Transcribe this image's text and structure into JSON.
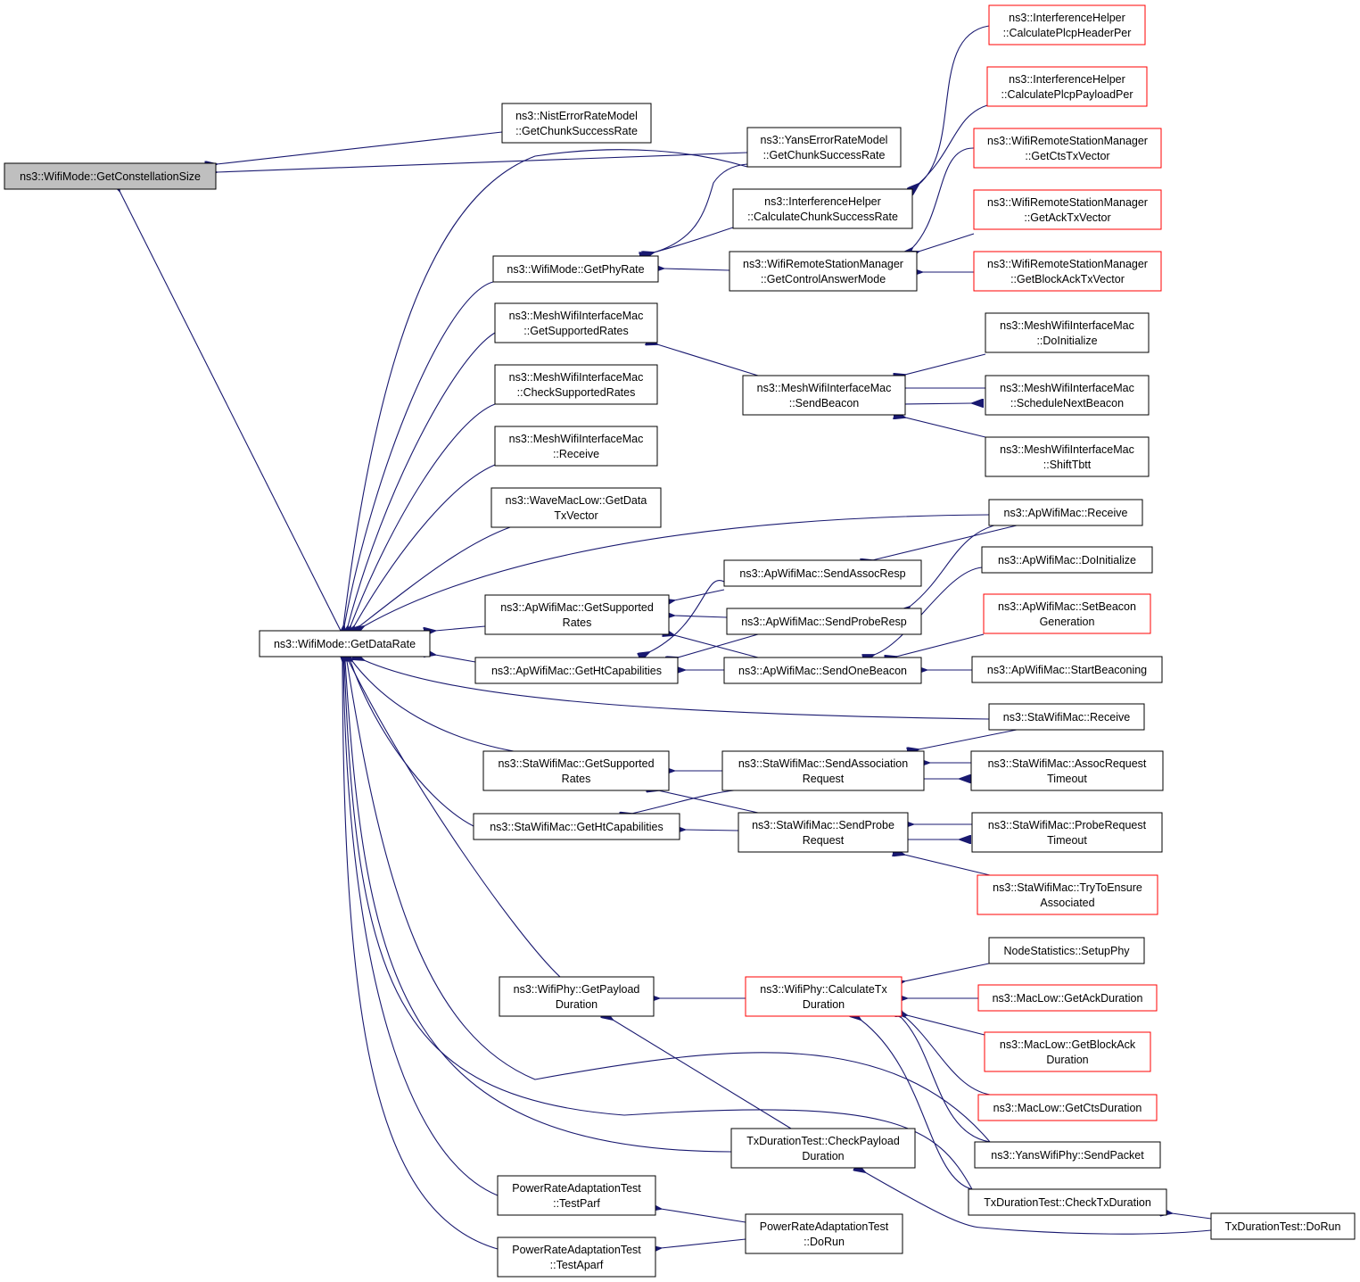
{
  "colors": {
    "edge": "#191970",
    "node_border": "#000000",
    "truncated_node_border": "#ff0000",
    "root_fill": "#bfbfbf",
    "node_fill": "#ffffff"
  },
  "nodes": {
    "root": [
      "ns3::WifiMode::GetConstellationSize"
    ],
    "nist": [
      "ns3::NistErrorRateModel",
      "::GetChunkSuccessRate"
    ],
    "yans": [
      "ns3::YansErrorRateModel",
      "::GetChunkSuccessRate"
    ],
    "ihHeader": [
      "ns3::InterferenceHelper",
      "::CalculatePlcpHeaderPer"
    ],
    "ihPayload": [
      "ns3::InterferenceHelper",
      "::CalculatePlcpPayloadPer"
    ],
    "rsmCts": [
      "ns3::WifiRemoteStationManager",
      "::GetCtsTxVector"
    ],
    "rsmAck": [
      "ns3::WifiRemoteStationManager",
      "::GetAckTxVector"
    ],
    "rsmBlockAck": [
      "ns3::WifiRemoteStationManager",
      "::GetBlockAckTxVector"
    ],
    "ihChunk": [
      "ns3::InterferenceHelper",
      "::CalculateChunkSuccessRate"
    ],
    "getPhyRate": [
      "ns3::WifiMode::GetPhyRate"
    ],
    "rsmControl": [
      "ns3::WifiRemoteStationManager",
      "::GetControlAnswerMode"
    ],
    "meshGetSupp": [
      "ns3::MeshWifiInterfaceMac",
      "::GetSupportedRates"
    ],
    "meshCheckSupp": [
      "ns3::MeshWifiInterfaceMac",
      "::CheckSupportedRates"
    ],
    "meshReceive": [
      "ns3::MeshWifiInterfaceMac",
      "::Receive"
    ],
    "meshSendBeacon": [
      "ns3::MeshWifiInterfaceMac",
      "::SendBeacon"
    ],
    "meshDoInit": [
      "ns3::MeshWifiInterfaceMac",
      "::DoInitialize"
    ],
    "meshSchedule": [
      "ns3::MeshWifiInterfaceMac",
      "::ScheduleNextBeacon"
    ],
    "meshShift": [
      "ns3::MeshWifiInterfaceMac",
      "::ShiftTbtt"
    ],
    "wave": [
      "ns3::WaveMacLow::GetData",
      "TxVector"
    ],
    "getDataRate": [
      "ns3::WifiMode::GetDataRate"
    ],
    "apGetSupp": [
      "ns3::ApWifiMac::GetSupported",
      "Rates"
    ],
    "apGetHt": [
      "ns3::ApWifiMac::GetHtCapabilities"
    ],
    "apSendAssoc": [
      "ns3::ApWifiMac::SendAssocResp"
    ],
    "apSendProbe": [
      "ns3::ApWifiMac::SendProbeResp"
    ],
    "apSendOneBeacon": [
      "ns3::ApWifiMac::SendOneBeacon"
    ],
    "apReceive": [
      "ns3::ApWifiMac::Receive"
    ],
    "apDoInit": [
      "ns3::ApWifiMac::DoInitialize"
    ],
    "apSetBeacon": [
      "ns3::ApWifiMac::SetBeacon",
      "Generation"
    ],
    "apStartBeacon": [
      "ns3::ApWifiMac::StartBeaconing"
    ],
    "staReceive": [
      "ns3::StaWifiMac::Receive"
    ],
    "staGetSupp": [
      "ns3::StaWifiMac::GetSupported",
      "Rates"
    ],
    "staGetHt": [
      "ns3::StaWifiMac::GetHtCapabilities"
    ],
    "staSendAssoc": [
      "ns3::StaWifiMac::SendAssociation",
      "Request"
    ],
    "staSendProbe": [
      "ns3::StaWifiMac::SendProbe",
      "Request"
    ],
    "staAssocTimeout": [
      "ns3::StaWifiMac::AssocRequest",
      "Timeout"
    ],
    "staProbeTimeout": [
      "ns3::StaWifiMac::ProbeRequest",
      "Timeout"
    ],
    "staTryEnsure": [
      "ns3::StaWifiMac::TryToEnsure",
      "Associated"
    ],
    "phyPayload": [
      "ns3::WifiPhy::GetPayload",
      "Duration"
    ],
    "phyCalcTx": [
      "ns3::WifiPhy::CalculateTx",
      "Duration"
    ],
    "nodeStats": [
      "NodeStatistics::SetupPhy"
    ],
    "macAck": [
      "ns3::MacLow::GetAckDuration"
    ],
    "macBlockAck": [
      "ns3::MacLow::GetBlockAck",
      "Duration"
    ],
    "macCts": [
      "ns3::MacLow::GetCtsDuration"
    ],
    "yansSend": [
      "ns3::YansWifiPhy::SendPacket"
    ],
    "txCheckPayload": [
      "TxDurationTest::CheckPayload",
      "Duration"
    ],
    "txCheckTx": [
      "TxDurationTest::CheckTxDuration"
    ],
    "txDoRun": [
      "TxDurationTest::DoRun"
    ],
    "praTestParf": [
      "PowerRateAdaptationTest",
      "::TestParf"
    ],
    "praTestAparf": [
      "PowerRateAdaptationTest",
      "::TestAparf"
    ],
    "praDoRun": [
      "PowerRateAdaptationTest",
      "::DoRun"
    ]
  }
}
